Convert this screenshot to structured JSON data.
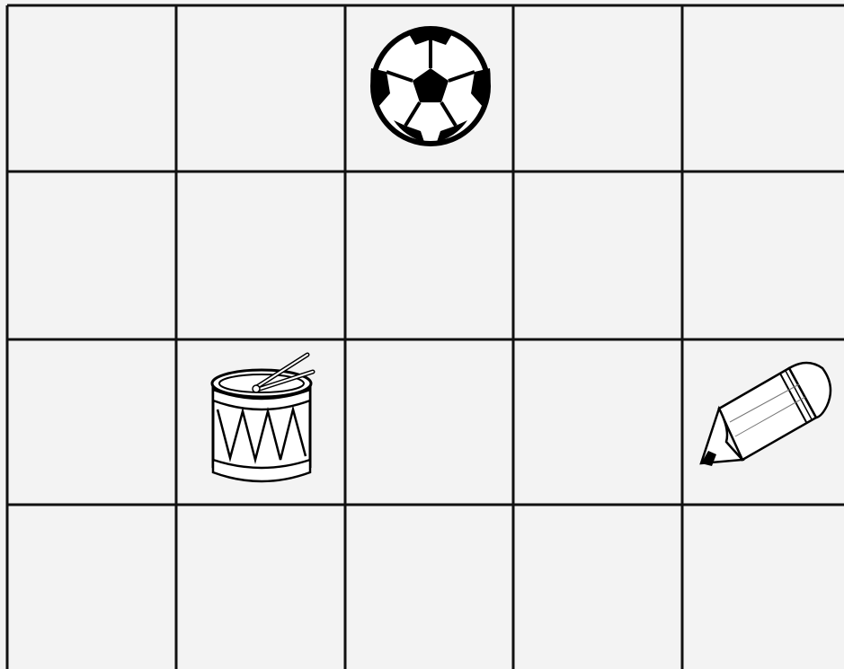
{
  "grid": {
    "rows": 4,
    "cols": 5,
    "line_color": "#111111",
    "cell_color": "#f3f3f3",
    "items": [
      {
        "row": 0,
        "col": 2,
        "icon": "soccer-ball-icon"
      },
      {
        "row": 2,
        "col": 1,
        "icon": "drum-icon"
      },
      {
        "row": 2,
        "col": 4,
        "icon": "pencil-icon"
      }
    ]
  }
}
